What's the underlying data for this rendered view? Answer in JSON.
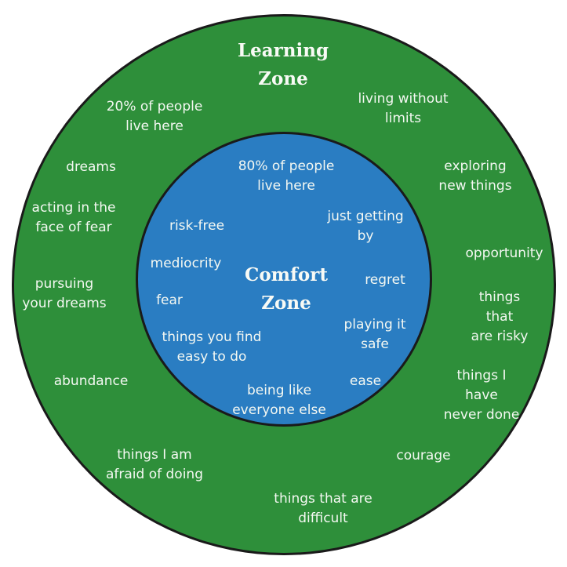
{
  "colors": {
    "outer_zone": "#2e8f3a",
    "inner_zone": "#2a7dc2",
    "border": "#1a1a1a",
    "text": "#f4f8f2"
  },
  "learning_zone": {
    "title": "Learning\nZone",
    "items": [
      "20% of people\nlive here",
      "living without\nlimits",
      "dreams",
      "exploring\nnew things",
      "acting in the\nface of fear",
      "opportunity",
      "pursuing\nyour dreams",
      "things that\nare risky",
      "abundance",
      "things I have\nnever done",
      "things I am\nafraid of doing",
      "courage",
      "things that are\ndifficult"
    ]
  },
  "comfort_zone": {
    "title": "Comfort\nZone",
    "items": [
      "80% of people\nlive here",
      "risk-free",
      "just getting\nby",
      "mediocrity",
      "regret",
      "fear",
      "playing it\nsafe",
      "things you find\neasy to do",
      "ease",
      "being like\neveryone else"
    ]
  }
}
